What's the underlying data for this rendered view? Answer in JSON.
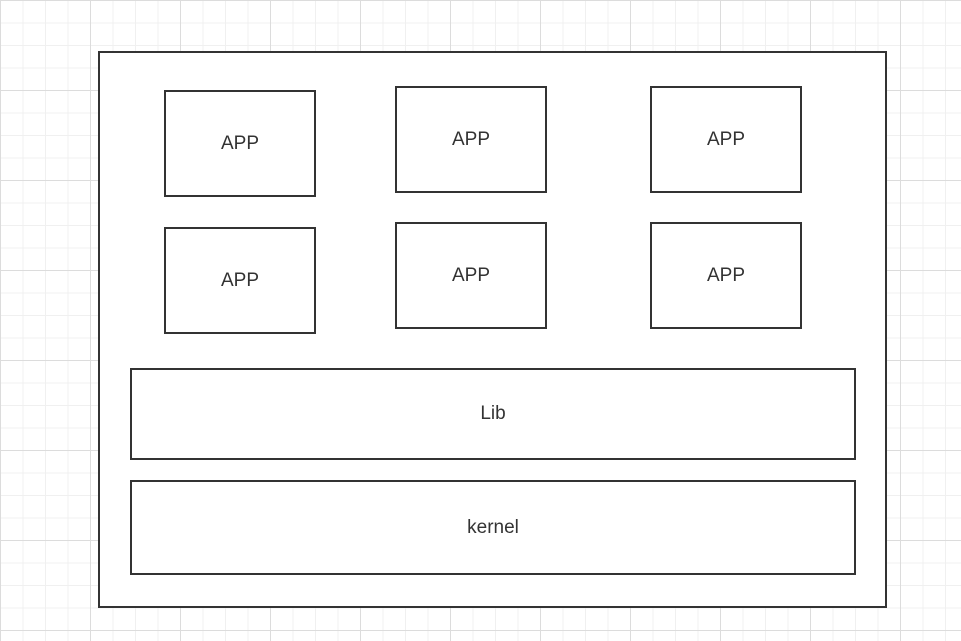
{
  "diagram": {
    "apps": [
      {
        "label": "APP"
      },
      {
        "label": "APP"
      },
      {
        "label": "APP"
      },
      {
        "label": "APP"
      },
      {
        "label": "APP"
      },
      {
        "label": "APP"
      }
    ],
    "lib": {
      "label": "Lib"
    },
    "kernel": {
      "label": "kernel"
    }
  }
}
